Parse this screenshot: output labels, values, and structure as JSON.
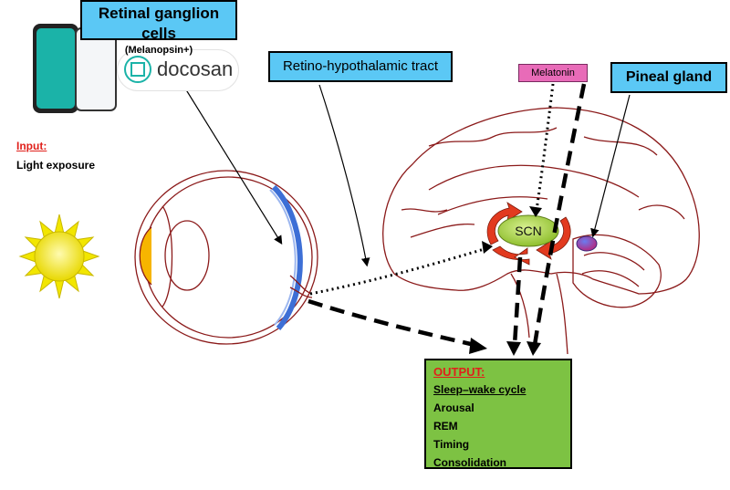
{
  "labels": {
    "rgc_title": "Retinal ganglion cells",
    "rgc_subtitle": "(Melanopsin+)",
    "rht": "Retino-hypothalamic tract",
    "pineal": "Pineal gland",
    "melatonin": "Melatonin",
    "input_heading": "Input:",
    "input_value": "Light exposure",
    "scn": "SCN",
    "logo_text": "docosan"
  },
  "output": {
    "heading": "OUTPUT:",
    "items": [
      "Sleep–wake cycle",
      "Arousal",
      "REM",
      "Timing",
      "Consolidation"
    ]
  },
  "colors": {
    "label_box": "#5bc8f5",
    "melatonin_box": "#e86bb8",
    "output_box": "#7dc243",
    "input_heading": "#e0201b",
    "sun": "#f2e600",
    "brain_outline": "#8b1a1a",
    "scn_node": "#a9d34a",
    "cycle_arrows": "#e23a1f",
    "pineal_node": "#8a2d8e"
  },
  "icons": [
    "sun-icon",
    "eye-illustration",
    "brain-illustration",
    "cycle-arrows-icon",
    "smartphone-icon",
    "docosan-logo-icon"
  ]
}
